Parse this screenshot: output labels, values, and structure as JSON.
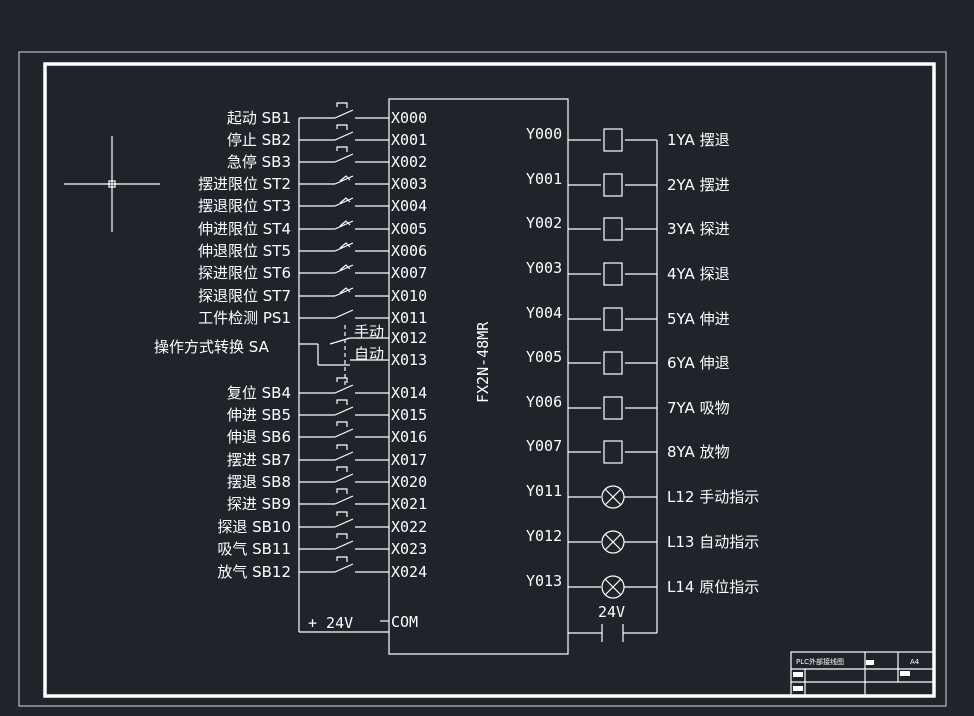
{
  "plc_model": "FX2N-48MR",
  "inputs": [
    {
      "label": "起动 SB1",
      "addr": "X000",
      "type": "no"
    },
    {
      "label": "停止 SB2",
      "addr": "X001",
      "type": "no"
    },
    {
      "label": "急停 SB3",
      "addr": "X002",
      "type": "no"
    },
    {
      "label": "摆进限位 ST2",
      "addr": "X003",
      "type": "limit"
    },
    {
      "label": "摆退限位 ST3",
      "addr": "X004",
      "type": "limit"
    },
    {
      "label": "伸进限位 ST4",
      "addr": "X005",
      "type": "limit"
    },
    {
      "label": "伸退限位 ST5",
      "addr": "X006",
      "type": "limit"
    },
    {
      "label": "探进限位 ST6",
      "addr": "X007",
      "type": "limit"
    },
    {
      "label": "探退限位 ST7",
      "addr": "X010",
      "type": "limit"
    },
    {
      "label": "工件检测 PS1",
      "addr": "X011",
      "type": "sensor"
    },
    {
      "label": "",
      "addr": "X012",
      "type": "selector"
    },
    {
      "label": "",
      "addr": "X013",
      "type": "selector"
    },
    {
      "label": "复位 SB4",
      "addr": "X014",
      "type": "no"
    },
    {
      "label": "伸进 SB5",
      "addr": "X015",
      "type": "no"
    },
    {
      "label": "伸退 SB6",
      "addr": "X016",
      "type": "no"
    },
    {
      "label": "摆进 SB7",
      "addr": "X017",
      "type": "no"
    },
    {
      "label": "摆退 SB8",
      "addr": "X020",
      "type": "no"
    },
    {
      "label": "探进 SB9",
      "addr": "X021",
      "type": "no"
    },
    {
      "label": "探退 SB10",
      "addr": "X022",
      "type": "no"
    },
    {
      "label": "吸气 SB11",
      "addr": "X023",
      "type": "no"
    },
    {
      "label": "放气 SB12",
      "addr": "X024",
      "type": "no"
    }
  ],
  "selector": {
    "label": "操作方式转换 SA",
    "manual": "手动",
    "auto": "自动"
  },
  "outputs": [
    {
      "addr": "Y000",
      "label": "1YA  摆退",
      "kind": "coil"
    },
    {
      "addr": "Y001",
      "label": "2YA 摆进",
      "kind": "coil"
    },
    {
      "addr": "Y002",
      "label": "3YA 探进",
      "kind": "coil"
    },
    {
      "addr": "Y003",
      "label": "4YA 探退",
      "kind": "coil"
    },
    {
      "addr": "Y004",
      "label": "5YA 伸进",
      "kind": "coil"
    },
    {
      "addr": "Y005",
      "label": "6YA 伸退",
      "kind": "coil"
    },
    {
      "addr": "Y006",
      "label": "7YA 吸物",
      "kind": "coil"
    },
    {
      "addr": "Y007",
      "label": "8YA 放物",
      "kind": "coil"
    },
    {
      "addr": "Y011",
      "label": "L12 手动指示",
      "kind": "lamp"
    },
    {
      "addr": "Y012",
      "label": "L13 自动指示",
      "kind": "lamp"
    },
    {
      "addr": "Y013",
      "label": "L14 原位指示",
      "kind": "lamp"
    }
  ],
  "input_supply": {
    "label": "+ 24V",
    "com": "COM"
  },
  "output_supply": {
    "label": "24V"
  },
  "title_block": {
    "name": "PLC外部接线图",
    "size": "A4"
  },
  "colors": {
    "background": "#20232a",
    "lines": "#ffffff"
  }
}
